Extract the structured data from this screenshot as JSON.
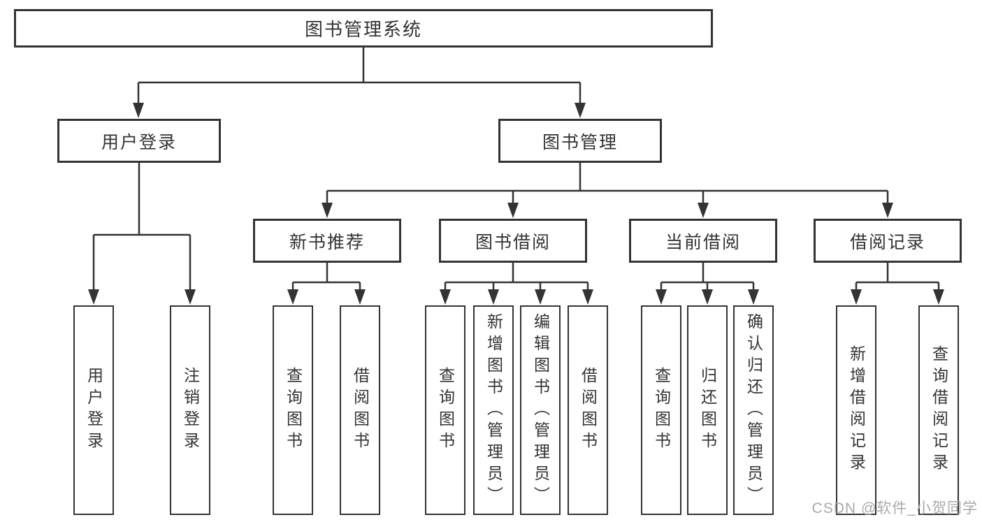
{
  "colors": {
    "line": "#333333",
    "box_border": "#333333",
    "text": "#333333",
    "background": "#ffffff",
    "watermark": "#aaaaaa"
  },
  "watermark": {
    "text": "CSDN @软件_小贺同学"
  },
  "tree": {
    "label": "图书管理系统",
    "children": [
      {
        "label": "用户登录",
        "children": [
          {
            "label": "用户登录"
          },
          {
            "label": "注销登录"
          }
        ]
      },
      {
        "label": "图书管理",
        "children": [
          {
            "label": "新书推荐",
            "children": [
              {
                "label": "查询图书"
              },
              {
                "label": "借阅图书"
              }
            ]
          },
          {
            "label": "图书借阅",
            "children": [
              {
                "label": "查询图书"
              },
              {
                "label": "新增图书（管理员）"
              },
              {
                "label": "编辑图书（管理员）"
              },
              {
                "label": "借阅图书"
              }
            ]
          },
          {
            "label": "当前借阅",
            "children": [
              {
                "label": "查询图书"
              },
              {
                "label": "归还图书"
              },
              {
                "label": "确认归还（管理员）"
              }
            ]
          },
          {
            "label": "借阅记录",
            "children": [
              {
                "label": "新增借阅记录"
              },
              {
                "label": "查询借阅记录"
              }
            ]
          }
        ]
      }
    ]
  }
}
